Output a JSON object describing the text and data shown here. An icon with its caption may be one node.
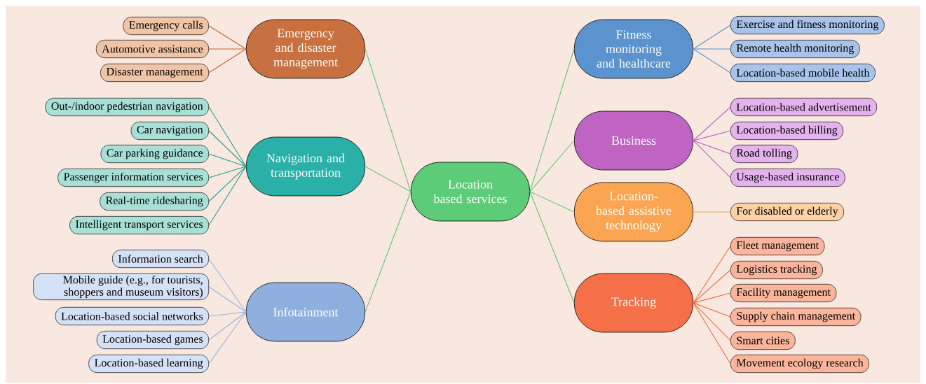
{
  "diagram": {
    "nodes": [
      {
        "text": [
          "Location based services"
        ]
      },
      {
        "text": [
          "Emergency and disaster management"
        ]
      },
      {
        "text": [
          "Navigation and transportation"
        ]
      },
      {
        "text": [
          "Infotainment"
        ]
      },
      {
        "text": [
          "Fitness monitoring and healthcare"
        ]
      },
      {
        "text": [
          "Business"
        ]
      },
      {
        "text": [
          "Location-based assistive technology"
        ]
      },
      {
        "text": [
          "Tracking"
        ]
      },
      {
        "text": [
          "Emergency calls"
        ]
      },
      {
        "text": [
          "Automotive assistance"
        ]
      },
      {
        "text": [
          "Disaster management"
        ]
      },
      {
        "text": [
          "Out-/indoor pedestrian navigation"
        ]
      },
      {
        "text": [
          "Car navigation"
        ]
      },
      {
        "text": [
          "Car parking guidance"
        ]
      },
      {
        "text": [
          "Passenger information services"
        ]
      },
      {
        "text": [
          "Real-time ridesharing"
        ]
      },
      {
        "text": [
          "Intelligent transport services"
        ]
      },
      {
        "text": [
          "Information search"
        ]
      },
      {
        "text": [
          "Mobile guide (e.g., for tourists, shoppers and museum visitors)"
        ]
      },
      {
        "text": [
          "Location-based social networks"
        ]
      },
      {
        "text": [
          "Location-based games"
        ]
      },
      {
        "text": [
          "Location-based learning"
        ]
      },
      {
        "text": [
          "Exercise and fitness monitoring"
        ]
      },
      {
        "text": [
          "Remote health monitoring"
        ]
      },
      {
        "text": [
          "Location-based mobile health"
        ]
      },
      {
        "text": [
          "Location-based advertisement"
        ]
      },
      {
        "text": [
          "Location-based billing"
        ]
      },
      {
        "text": [
          "Road tolling"
        ]
      },
      {
        "text": [
          "Usage-based insurance"
        ]
      },
      {
        "text": [
          "For disabled or elderly"
        ]
      },
      {
        "text": [
          "Fleet management"
        ]
      },
      {
        "text": [
          "Logistics tracking"
        ]
      },
      {
        "text": [
          "Facility management"
        ]
      },
      {
        "text": [
          "Supply chain management"
        ]
      },
      {
        "text": [
          "Smart cities"
        ]
      },
      {
        "text": [
          "Movement ecology research"
        ]
      }
    ],
    "edges": [
      {
        "from": 0,
        "to": 1,
        "arrow": "none",
        "color": "#5dc66f"
      },
      {
        "from": 0,
        "to": 2,
        "arrow": "none",
        "color": "#5dc66f"
      },
      {
        "from": 0,
        "to": 3,
        "arrow": "none",
        "color": "#5dc66f"
      },
      {
        "from": 0,
        "to": 4,
        "arrow": "none",
        "color": "#5dc66f"
      },
      {
        "from": 0,
        "to": 5,
        "arrow": "none",
        "color": "#5dc66f"
      },
      {
        "from": 0,
        "to": 6,
        "arrow": "none",
        "color": "#5dc66f"
      },
      {
        "from": 0,
        "to": 7,
        "arrow": "none",
        "color": "#5dc66f"
      },
      {
        "from": 1,
        "to": 8,
        "arrow": "none",
        "color": "#c8602e"
      },
      {
        "from": 1,
        "to": 9,
        "arrow": "none",
        "color": "#c8602e"
      },
      {
        "from": 1,
        "to": 10,
        "arrow": "none",
        "color": "#c8602e"
      },
      {
        "from": 2,
        "to": 11,
        "arrow": "none",
        "color": "#1a9e96"
      },
      {
        "from": 2,
        "to": 12,
        "arrow": "none",
        "color": "#1a9e96"
      },
      {
        "from": 2,
        "to": 13,
        "arrow": "none",
        "color": "#1a9e96"
      },
      {
        "from": 2,
        "to": 14,
        "arrow": "none",
        "color": "#1a9e96"
      },
      {
        "from": 2,
        "to": 15,
        "arrow": "none",
        "color": "#1a9e96"
      },
      {
        "from": 2,
        "to": 16,
        "arrow": "none",
        "color": "#1a9e96"
      },
      {
        "from": 3,
        "to": 17,
        "arrow": "none",
        "color": "#93b0dd"
      },
      {
        "from": 3,
        "to": 18,
        "arrow": "none",
        "color": "#93b0dd"
      },
      {
        "from": 3,
        "to": 19,
        "arrow": "none",
        "color": "#93b0dd"
      },
      {
        "from": 3,
        "to": 20,
        "arrow": "none",
        "color": "#93b0dd"
      },
      {
        "from": 3,
        "to": 21,
        "arrow": "none",
        "color": "#93b0dd"
      },
      {
        "from": 4,
        "to": 22,
        "arrow": "none",
        "color": "#5b8fcc"
      },
      {
        "from": 4,
        "to": 23,
        "arrow": "none",
        "color": "#5b8fcc"
      },
      {
        "from": 4,
        "to": 24,
        "arrow": "none",
        "color": "#5b8fcc"
      },
      {
        "from": 5,
        "to": 25,
        "arrow": "none",
        "color": "#b85cc6"
      },
      {
        "from": 5,
        "to": 26,
        "arrow": "none",
        "color": "#b85cc6"
      },
      {
        "from": 5,
        "to": 27,
        "arrow": "none",
        "color": "#b85cc6"
      },
      {
        "from": 5,
        "to": 28,
        "arrow": "none",
        "color": "#b85cc6"
      },
      {
        "from": 6,
        "to": 29,
        "arrow": "none",
        "color": "#f9a24a"
      },
      {
        "from": 7,
        "to": 30,
        "arrow": "none",
        "color": "#f2663c"
      },
      {
        "from": 7,
        "to": 31,
        "arrow": "none",
        "color": "#f2663c"
      },
      {
        "from": 7,
        "to": 32,
        "arrow": "none",
        "color": "#f2663c"
      },
      {
        "from": 7,
        "to": 33,
        "arrow": "none",
        "color": "#f2663c"
      },
      {
        "from": 7,
        "to": 34,
        "arrow": "none",
        "color": "#f2663c"
      },
      {
        "from": 7,
        "to": 35,
        "arrow": "none",
        "color": "#f2663c"
      }
    ]
  }
}
